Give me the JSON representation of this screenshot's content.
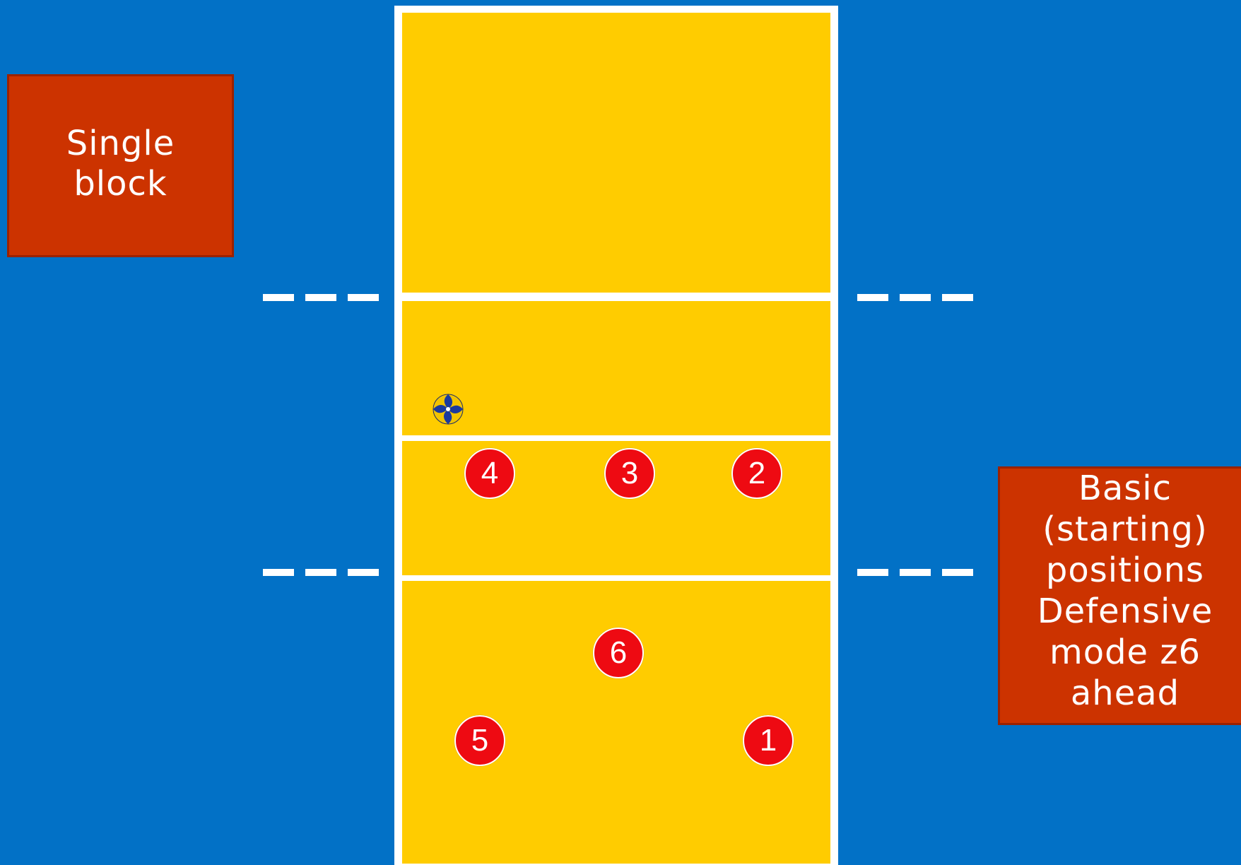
{
  "left_box": {
    "text": "Single\nblock"
  },
  "right_box": {
    "text": "Basic\n(starting)\npositions\nDefensive\nmode z6\nahead"
  },
  "players": {
    "p1": "1",
    "p2": "2",
    "p3": "3",
    "p4": "4",
    "p5": "5",
    "p6": "6"
  },
  "colors": {
    "background": "#0271c6",
    "court": "#ffcc00",
    "lines": "#ffffff",
    "info_box": "#cc3300",
    "player": "#ee0a12"
  },
  "icons": {
    "ball": "volleyball-icon"
  }
}
